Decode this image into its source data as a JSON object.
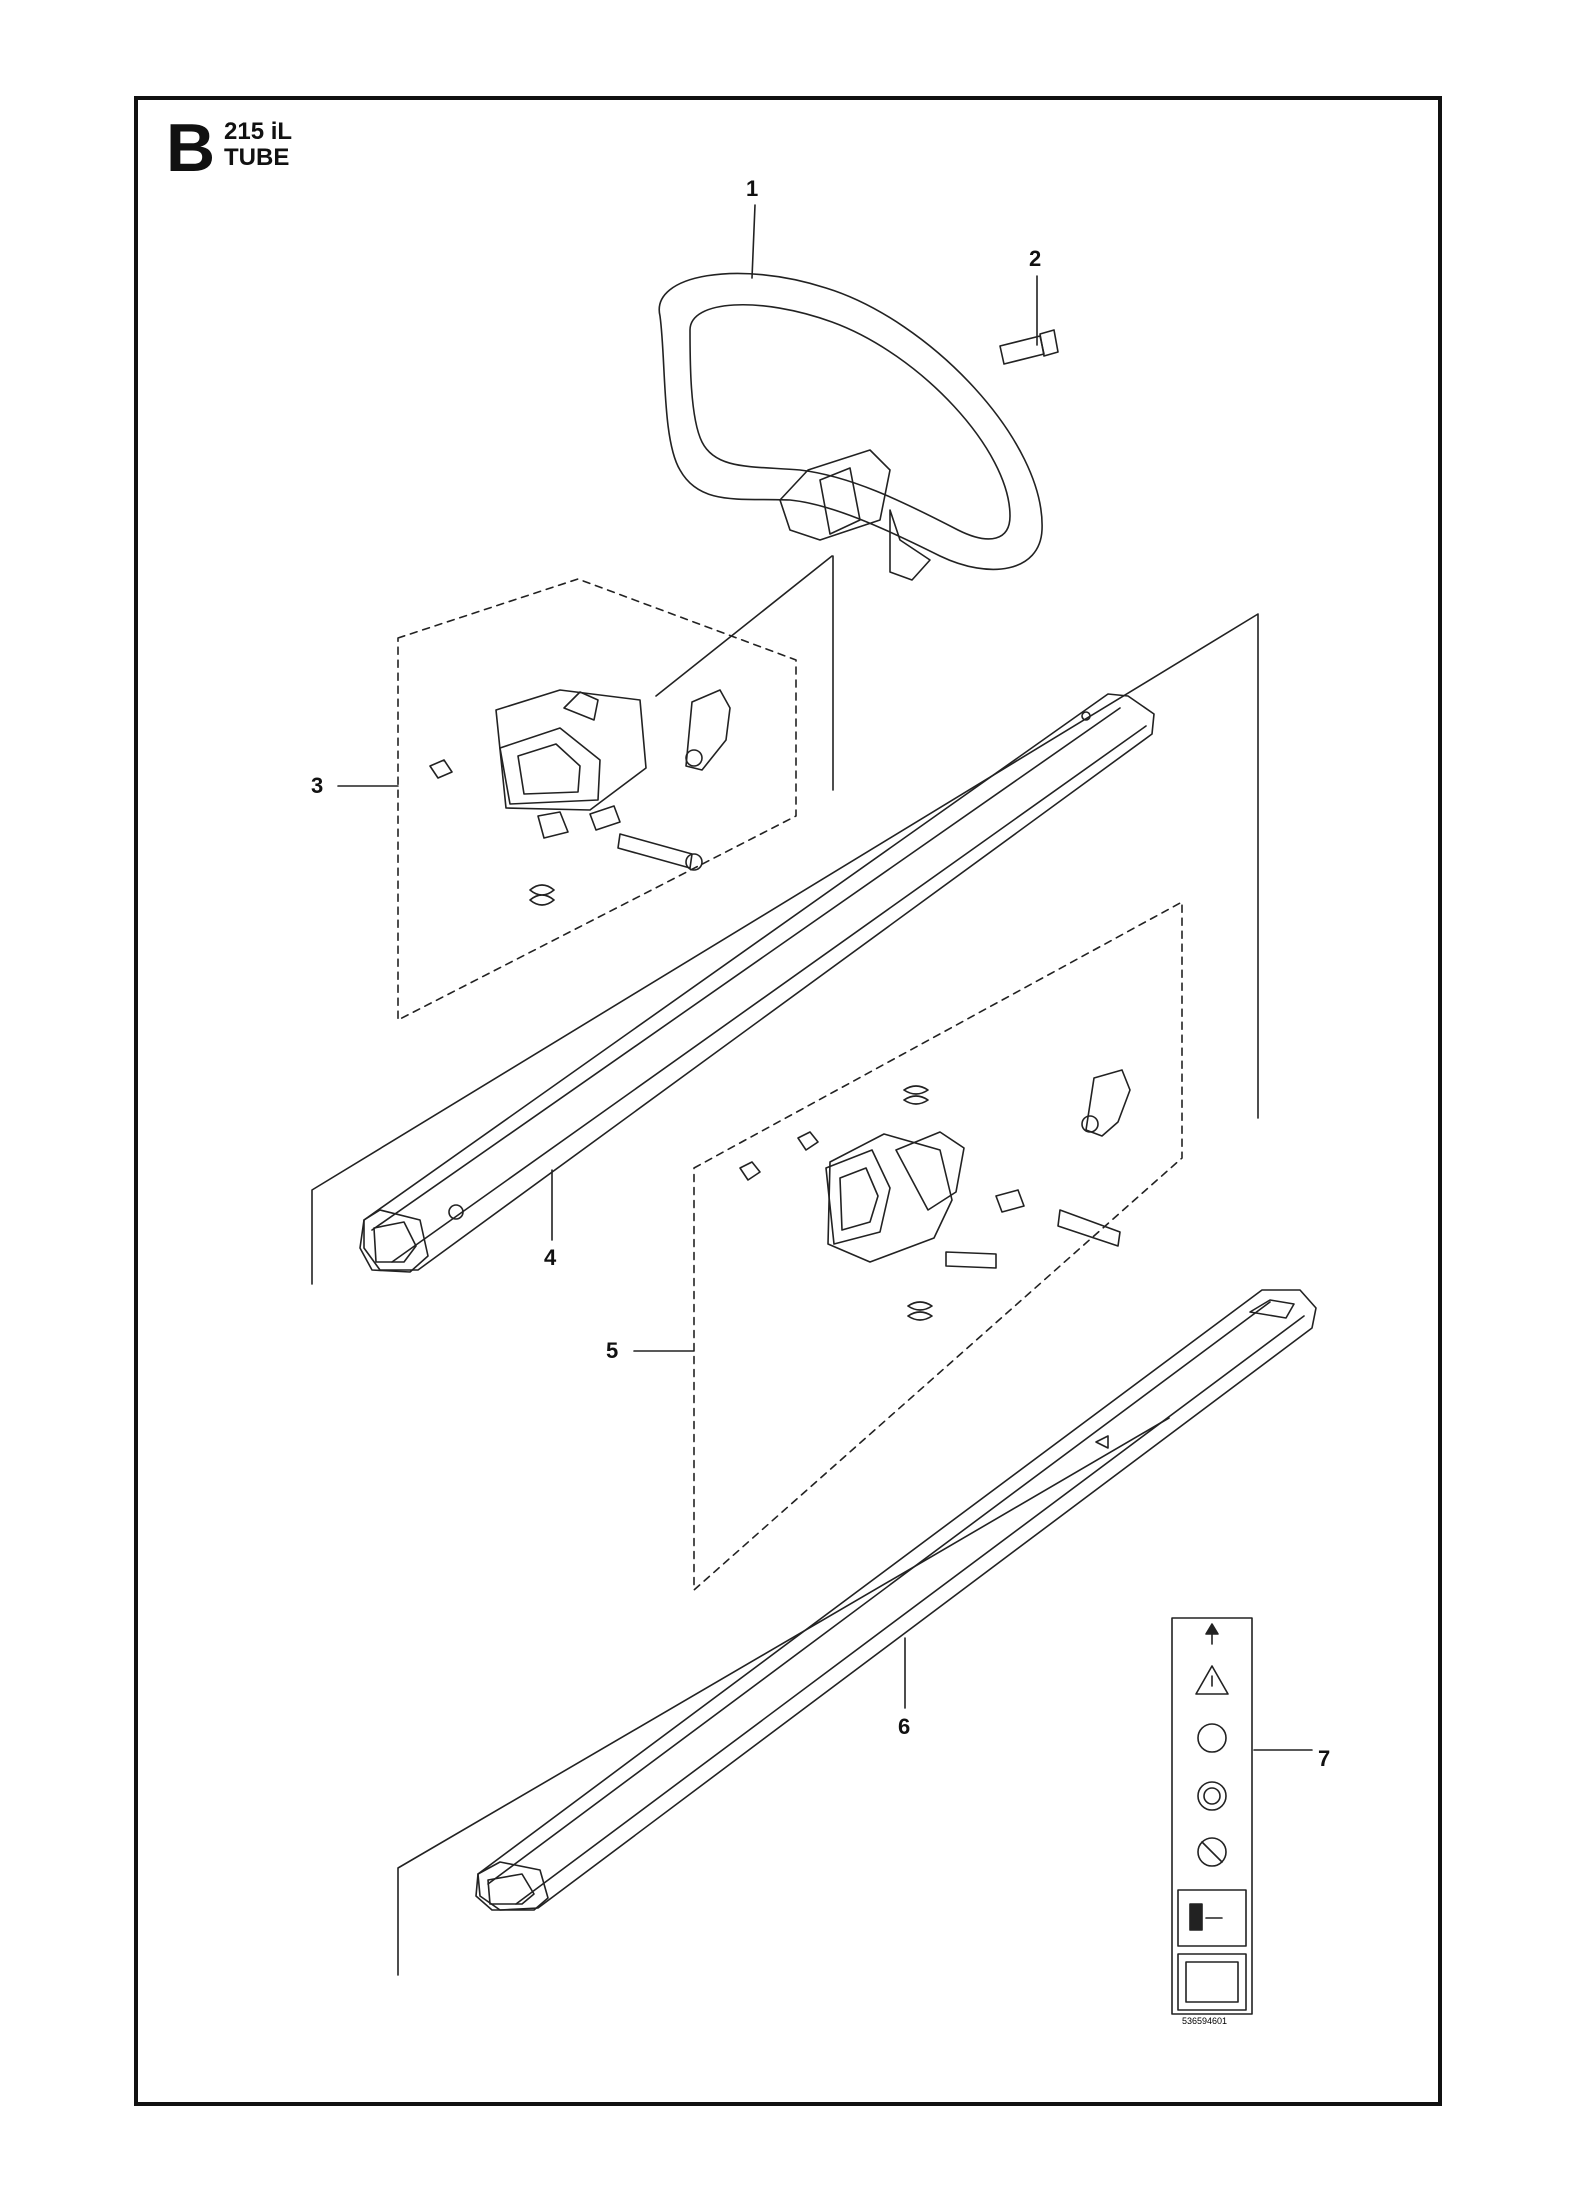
{
  "header": {
    "section_letter": "B",
    "model": "215 iL",
    "section_title": "TUBE"
  },
  "callouts": [
    {
      "id": "1",
      "text": "1"
    },
    {
      "id": "2",
      "text": "2"
    },
    {
      "id": "3",
      "text": "3"
    },
    {
      "id": "4",
      "text": "4"
    },
    {
      "id": "5",
      "text": "5"
    },
    {
      "id": "6",
      "text": "6"
    },
    {
      "id": "7",
      "text": "7"
    }
  ],
  "decal": {
    "part_number": "536594601",
    "icons": [
      "arrow-up-icon",
      "warning-triangle-icon",
      "read-manual-icon",
      "wear-protection-icon",
      "no-bystanders-icon",
      "safe-distance-icon",
      "operator-manual-icon"
    ]
  }
}
